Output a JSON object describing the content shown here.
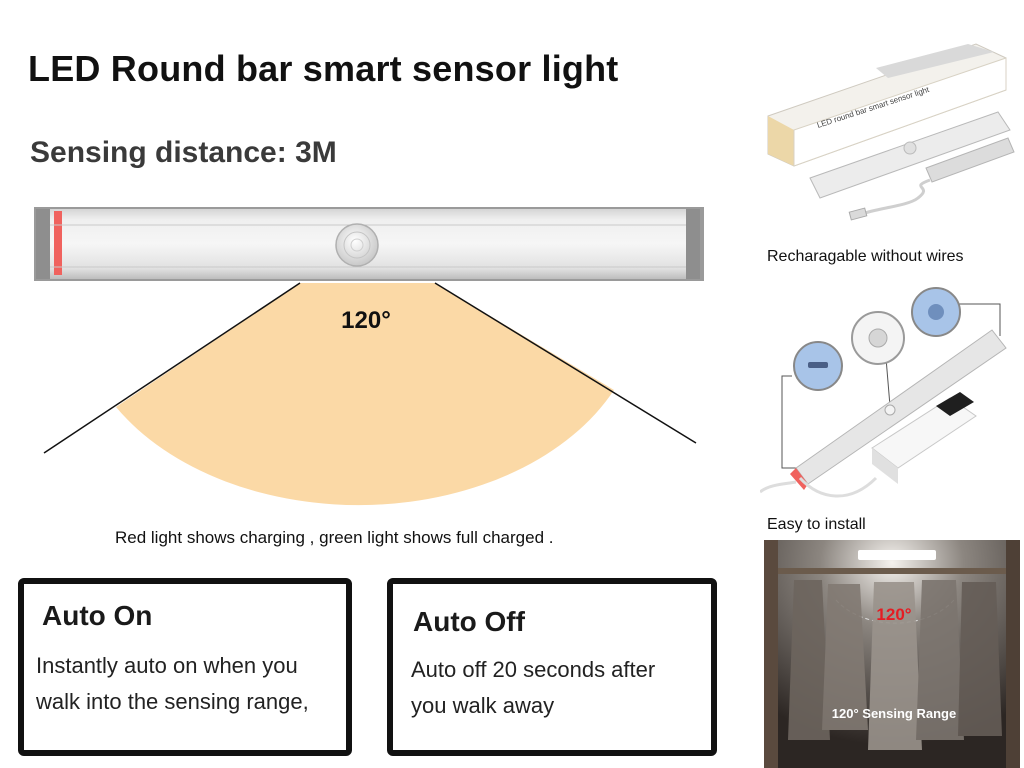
{
  "title": "LED Round bar smart sensor light",
  "subtitle": "Sensing distance: 3M",
  "diagram": {
    "angle_label": "120°"
  },
  "charging_caption": "Red light shows charging , green light shows full charged .",
  "features": [
    {
      "title": "Auto On",
      "text_line1": "Instantly auto on when you",
      "text_line2": "walk into the sensing range,"
    },
    {
      "title": "Auto Off",
      "text_line1": "Auto off 20 seconds after",
      "text_line2": "you walk away"
    }
  ],
  "side_panel": {
    "package_box_text": "LED round bar smart sensor light",
    "rechargeable_caption": "Recharagable without wires",
    "install_caption": "Easy to install",
    "photo_angle_label": "120°",
    "photo_range_label": "120° Sensing Range"
  },
  "colors": {
    "sensing_area": "#fbd9a6",
    "charging_red": "#f0625e",
    "usb_port_bubble": "#a8c4e8"
  },
  "icons": [
    "pir-sensor-icon",
    "usb-cable-icon",
    "power-bank-icon",
    "clothes-icon"
  ]
}
